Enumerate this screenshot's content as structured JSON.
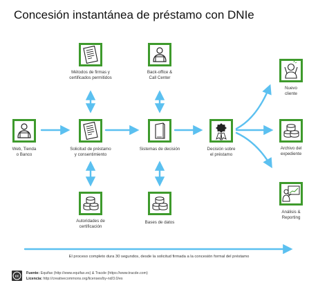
{
  "title": "Concesión instantánea de préstamo con DNIe",
  "nodes": {
    "web": "Web, Tienda\no Banco",
    "solicitud": "Solicitud de préstamo\ny consentimiento",
    "metodos": "Métodos de firmas y\ncertificados permitidos",
    "autoridades": "Autoridades de\ncertificación",
    "sistemas": "Sistemas de decisión",
    "backoffice": "Back-office &\nCall Center",
    "bases": "Bases de datos",
    "decision": "Decisión sobre\nel préstamo",
    "nuevo": "Nuevo\ncliente",
    "archivo": "Archivo del\nexpediente",
    "analisis": "Análisis &\nReporting"
  },
  "footnote": "El proceso completo dura 30 segundos, desde la solicitud firmada a la concesión formal del préstamo",
  "source_label": "Fuente:",
  "source_text": "Equifax (http://www.equifax.es) & Tracde (https://www.tracde.com)",
  "license_label": "Licencia:",
  "license_text": "http://creativecommons.org/licenses/by-nd/3.0/es",
  "colors": {
    "node": "#3e9a2c",
    "arrow": "#5bc0f0"
  },
  "icons": {
    "web": "person-laptop-icon",
    "solicitud": "document-icon",
    "metodos": "document-icon",
    "autoridades": "database-icon",
    "sistemas": "server-icon",
    "backoffice": "person-laptop-icon",
    "bases": "database-icon",
    "decision": "award-badge-icon",
    "nuevo": "happy-person-icon",
    "archivo": "database-icon",
    "analisis": "presenter-chart-icon"
  }
}
